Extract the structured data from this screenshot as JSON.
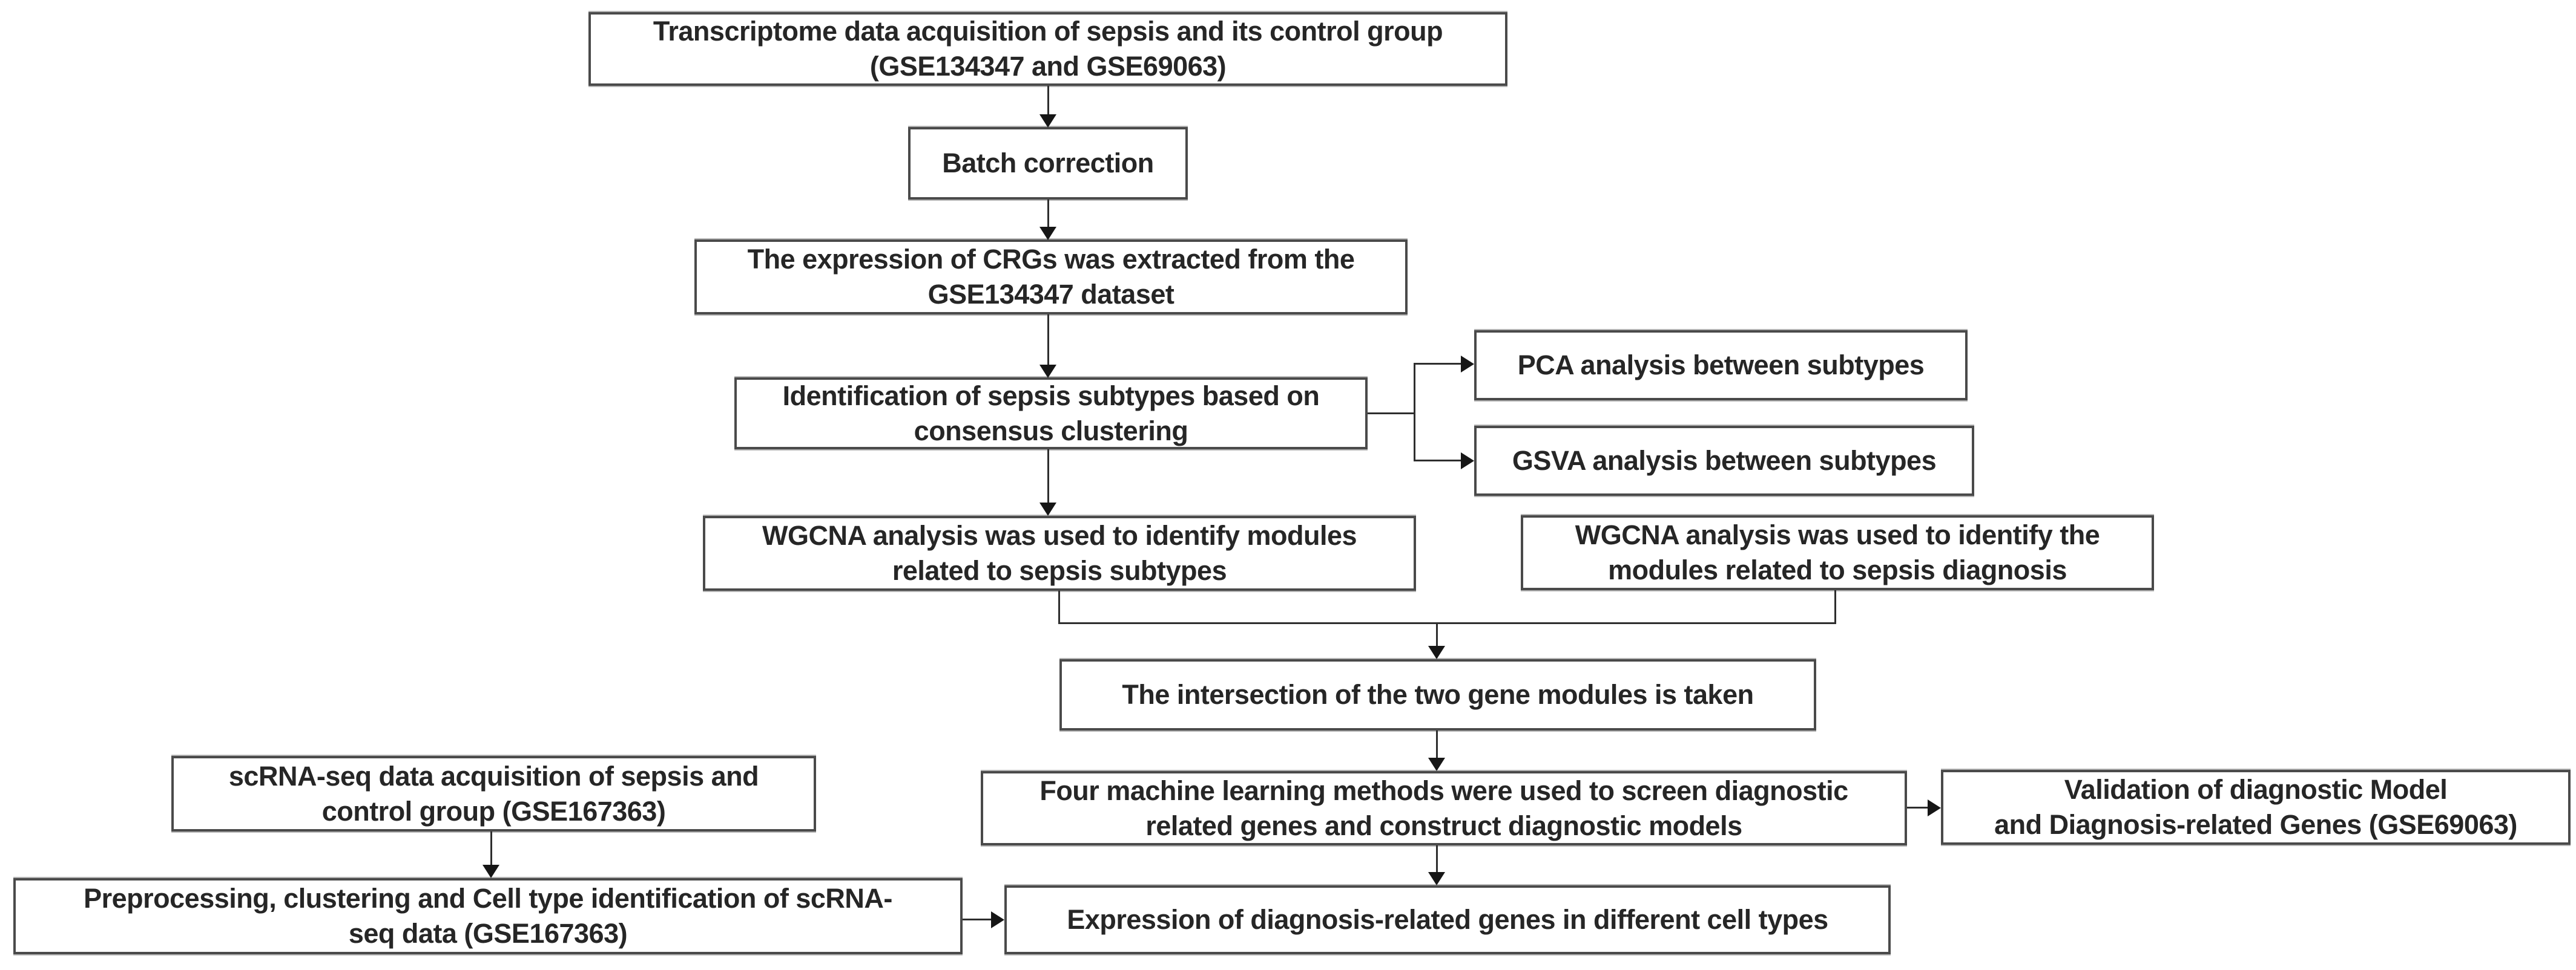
{
  "figure": {
    "kind": "study-workflow-flowchart",
    "background": "#ffffff"
  },
  "colors": {
    "bg": "#ffffff",
    "box_border": "#4a4a4a",
    "line": "#2e2e2e",
    "text": "#262626"
  },
  "nodes": [
    {
      "id": "transcriptome",
      "label": "Transcriptome data acquisition of sepsis and its control group\n(GSE134347 and GSE69063)"
    },
    {
      "id": "batch",
      "label": "Batch correction"
    },
    {
      "id": "crgs",
      "label": "The expression of CRGs was extracted from the\nGSE134347 dataset"
    },
    {
      "id": "identification",
      "label": "Identification of sepsis subtypes based on\nconsensus clustering"
    },
    {
      "id": "pca",
      "label": "PCA analysis between subtypes"
    },
    {
      "id": "gsva",
      "label": "GSVA analysis between subtypes"
    },
    {
      "id": "wgcna_subtypes",
      "label": "WGCNA analysis was used to identify modules\nrelated to sepsis subtypes"
    },
    {
      "id": "wgcna_diagnosis",
      "label": "WGCNA analysis was used to identify the\nmodules related to sepsis diagnosis"
    },
    {
      "id": "intersection",
      "label": "The intersection of the two gene modules is taken"
    },
    {
      "id": "scrna",
      "label": "scRNA-seq data acquisition of sepsis and\ncontrol group (GSE167363)"
    },
    {
      "id": "ml",
      "label": "Four machine learning methods were used to screen diagnostic\nrelated genes and construct diagnostic models"
    },
    {
      "id": "validation",
      "label": "Validation of diagnostic Model\nand Diagnosis-related Genes (GSE69063)"
    },
    {
      "id": "preprocessing",
      "label": "Preprocessing, clustering and Cell type identification of scRNA-\nseq data (GSE167363)"
    },
    {
      "id": "expression",
      "label": "Expression of diagnosis-related genes in different cell types"
    }
  ],
  "edges": [
    {
      "from": "transcriptome",
      "to": "batch"
    },
    {
      "from": "batch",
      "to": "crgs"
    },
    {
      "from": "crgs",
      "to": "identification"
    },
    {
      "from": "identification",
      "to": "pca"
    },
    {
      "from": "identification",
      "to": "gsva"
    },
    {
      "from": "identification",
      "to": "wgcna_subtypes"
    },
    {
      "from": "wgcna_subtypes",
      "to": "intersection"
    },
    {
      "from": "wgcna_diagnosis",
      "to": "intersection"
    },
    {
      "from": "intersection",
      "to": "ml"
    },
    {
      "from": "ml",
      "to": "validation"
    },
    {
      "from": "ml",
      "to": "expression"
    },
    {
      "from": "scrna",
      "to": "preprocessing"
    },
    {
      "from": "preprocessing",
      "to": "expression"
    }
  ]
}
